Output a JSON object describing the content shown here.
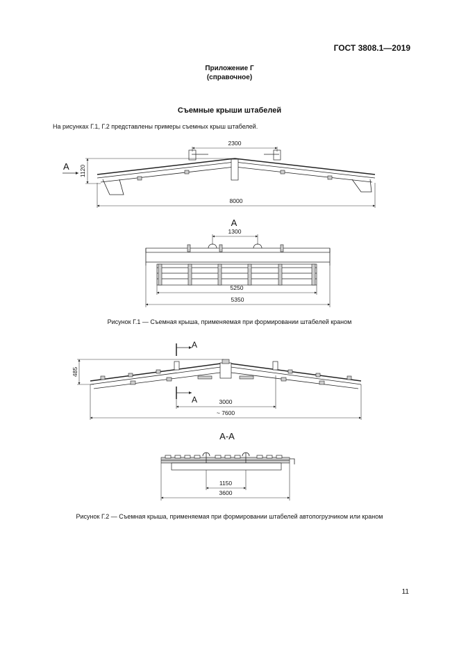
{
  "header": {
    "standard": "ГОСТ 3808.1—2019"
  },
  "annex": {
    "title": "Приложение Г",
    "subtitle": "(справочное)"
  },
  "section_title": "Съемные крыши штабелей",
  "intro_text": "На рисунках Г.1, Г.2 представлены примеры съемных крыш штабелей.",
  "figure1": {
    "view_marker": "А",
    "dims": {
      "top_span": "2300",
      "height": "1120",
      "overall_length": "8000",
      "view_span": "1300",
      "inner_length": "5250",
      "outer_length": "5350"
    },
    "view_label": "А",
    "caption": "Рисунок Г.1 — Съемная крыша, применяемая при формировании штабелей краном"
  },
  "figure2": {
    "section_marker_top": "А",
    "section_marker_bottom": "А",
    "dims": {
      "height": "485",
      "span": "3000",
      "overall_length": "~ 7600",
      "section_span": "1150",
      "section_length": "3600"
    },
    "section_label": "А-А",
    "caption": "Рисунок Г.2 — Съемная крыша, применяемая при формировании штабелей автопогрузчиком или краном"
  },
  "page_number": "11"
}
